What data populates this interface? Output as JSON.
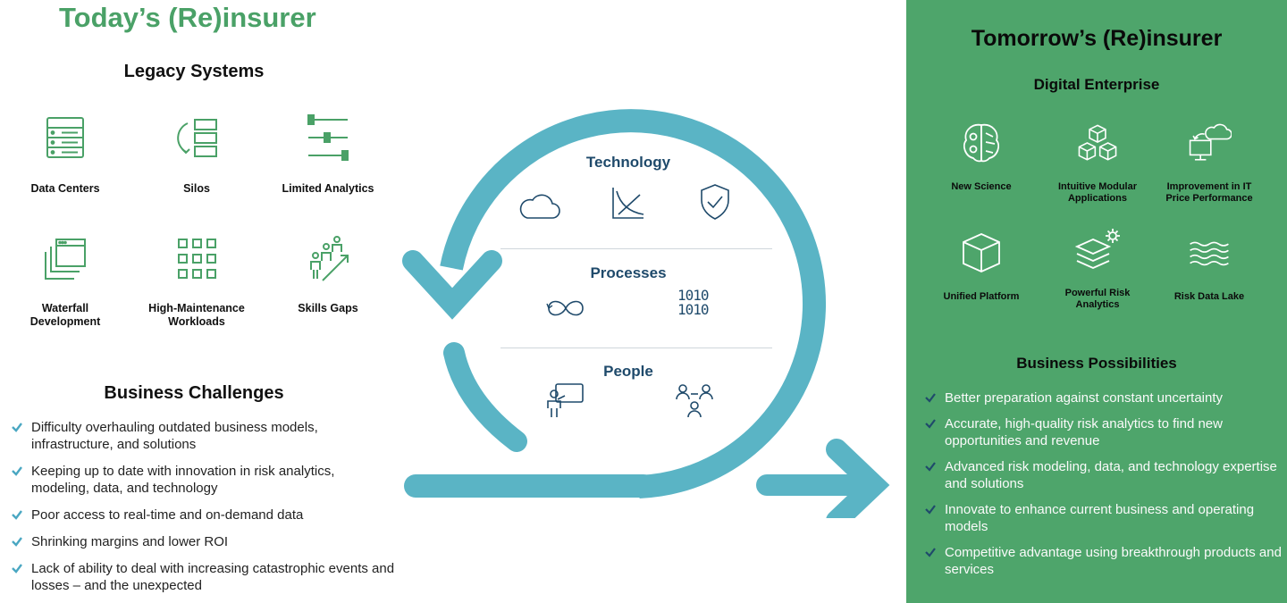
{
  "left": {
    "title": "Today’s (Re)insurer",
    "legacy_title": "Legacy Systems",
    "legacy_items": [
      {
        "label": "Data Centers",
        "icon": "server-rack-icon"
      },
      {
        "label": "Silos",
        "icon": "silos-icon"
      },
      {
        "label": "Limited Analytics",
        "icon": "sliders-icon"
      },
      {
        "label": "Waterfall\nDevelopment",
        "icon": "stacked-windows-icon"
      },
      {
        "label": "High-Maintenance\nWorkloads",
        "icon": "grid-squares-icon"
      },
      {
        "label": "Skills Gaps",
        "icon": "people-growth-icon"
      }
    ],
    "challenges_title": "Business Challenges",
    "challenges": [
      "Difficulty overhauling outdated business models, infrastructure, and solutions",
      "Keeping up to date with innovation in risk analytics, modeling, data, and technology",
      "Poor access to real-time and on-demand data",
      "Shrinking margins and lower ROI",
      "Lack of ability to deal with increasing catastrophic events and losses – and the unexpected"
    ]
  },
  "center": {
    "technology_label": "Technology",
    "processes_label": "Processes",
    "people_label": "People",
    "ring_color": "#5ab4c5",
    "tech_icons": [
      "cloud-icon",
      "chart-axis-icon",
      "shield-check-icon"
    ],
    "process_icons": [
      "infinity-loop-icon",
      "binary-icon"
    ],
    "people_icons": [
      "presenter-icon",
      "team-icon"
    ],
    "binary_text": [
      "1010",
      "1010"
    ]
  },
  "right": {
    "title": "Tomorrow’s (Re)insurer",
    "digital_title": "Digital Enterprise",
    "digital_items": [
      {
        "label": "New Science",
        "icon": "brain-icon"
      },
      {
        "label": "Intuitive Modular\nApplications",
        "icon": "cubes-icon"
      },
      {
        "label": "Improvement in IT\nPrice Performance",
        "icon": "monitor-cloud-icon"
      },
      {
        "label": "Unified Platform",
        "icon": "cube-icon"
      },
      {
        "label": "Powerful Risk\nAnalytics",
        "icon": "layers-gear-icon"
      },
      {
        "label": "Risk Data Lake",
        "icon": "waves-icon"
      }
    ],
    "possibilities_title": "Business Possibilities",
    "possibilities": [
      "Better preparation against constant uncertainty",
      "Accurate, high-quality risk analytics to find new opportunities and revenue",
      "Advanced risk modeling, data, and technology expertise and solutions",
      "Innovate to enhance current business and operating models",
      "Competitive advantage using breakthrough products and services"
    ]
  },
  "colors": {
    "brand_green": "#4aa167",
    "panel_green": "#4ea56b",
    "teal": "#5ab4c5",
    "navy": "#1f4a6b"
  }
}
